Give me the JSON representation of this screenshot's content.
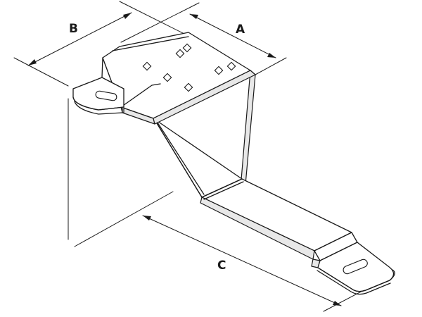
{
  "diagram": {
    "labels": {
      "a": "A",
      "b": "B",
      "c": "C"
    }
  }
}
